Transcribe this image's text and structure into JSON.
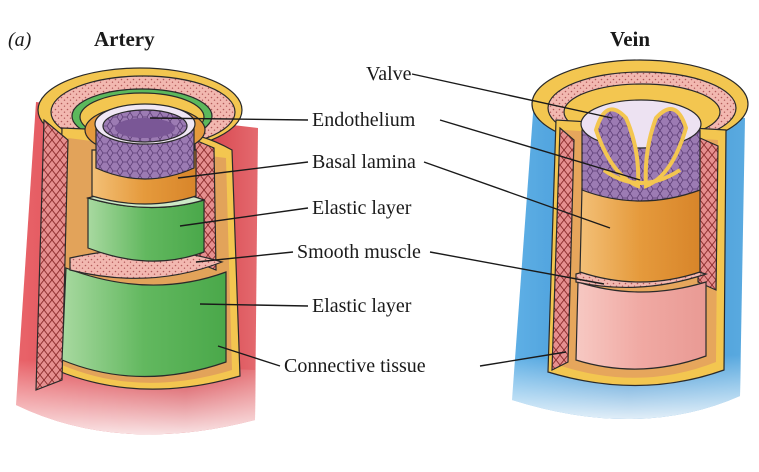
{
  "panel_label": "(a)",
  "titles": {
    "artery": "Artery",
    "vein": "Vein"
  },
  "labels": {
    "valve": "Valve",
    "endothelium": "Endothelium",
    "basal_lamina": "Basal lamina",
    "elastic_layer_inner": "Elastic layer",
    "smooth_muscle": "Smooth muscle",
    "elastic_layer_outer": "Elastic layer",
    "connective_tissue": "Connective tissue"
  },
  "colors": {
    "connective": "#d94b53",
    "vein_connective": "#3f9ad6",
    "adventitia_yellow": "#f3c650",
    "muscle_pink": "#f2b8b0",
    "elastic_green": "#5cb85c",
    "basal_orange": "#e59a3c",
    "endothelium_purple": "#9c7bb3"
  }
}
